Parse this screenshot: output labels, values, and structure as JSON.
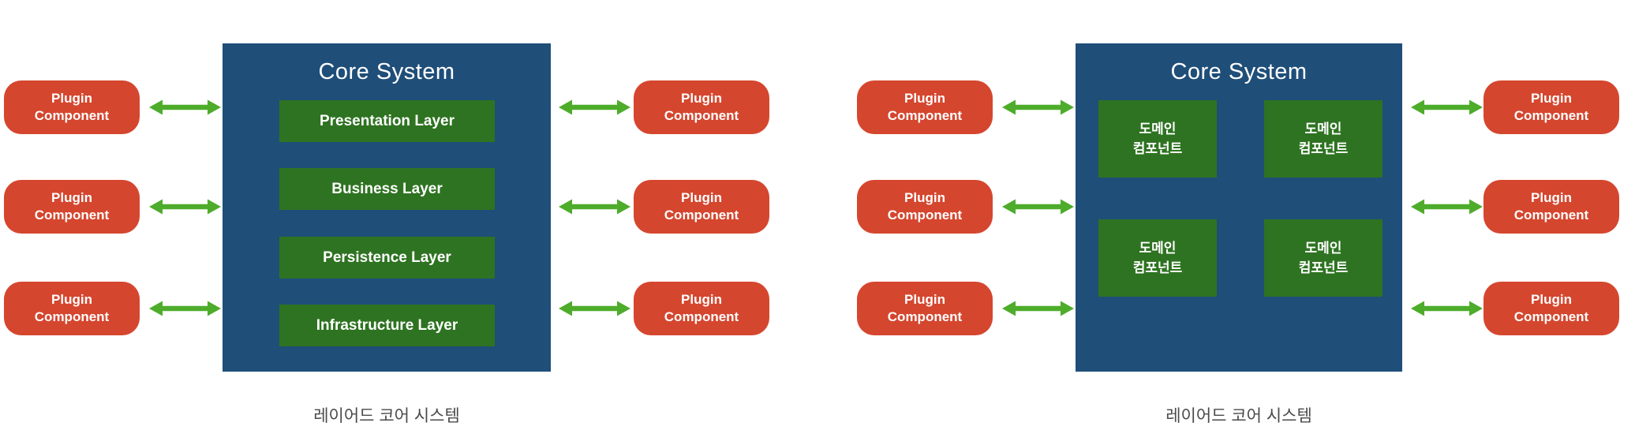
{
  "colors": {
    "core_bg": "#1F4E79",
    "inner_box_bg": "#2E7321",
    "plugin_bg": "#D5462E",
    "arrow": "#4EAC2B",
    "text_light": "#FFFFFF",
    "caption_text": "#4A4A4A",
    "background": "#FFFFFF"
  },
  "icons": {
    "arrow": "bidirectional-green-arrow"
  },
  "diagrams": [
    {
      "title": "Core System",
      "caption": "레이어드 코어 시스템",
      "plugins_left": [
        "Plugin\nComponent",
        "Plugin\nComponent",
        "Plugin\nComponent"
      ],
      "plugins_right": [
        "Plugin\nComponent",
        "Plugin\nComponent",
        "Plugin\nComponent"
      ],
      "layers": [
        "Presentation Layer",
        "Business Layer",
        "Persistence Layer",
        "Infrastructure Layer"
      ]
    },
    {
      "title": "Core System",
      "caption": "레이어드 코어 시스템",
      "plugins_left": [
        "Plugin\nComponent",
        "Plugin\nComponent",
        "Plugin\nComponent"
      ],
      "plugins_right": [
        "Plugin\nComponent",
        "Plugin\nComponent",
        "Plugin\nComponent"
      ],
      "domains": [
        "도메인\n컴포넌트",
        "도메인\n컴포넌트",
        "도메인\n컴포넌트",
        "도메인\n컴포넌트"
      ]
    }
  ]
}
